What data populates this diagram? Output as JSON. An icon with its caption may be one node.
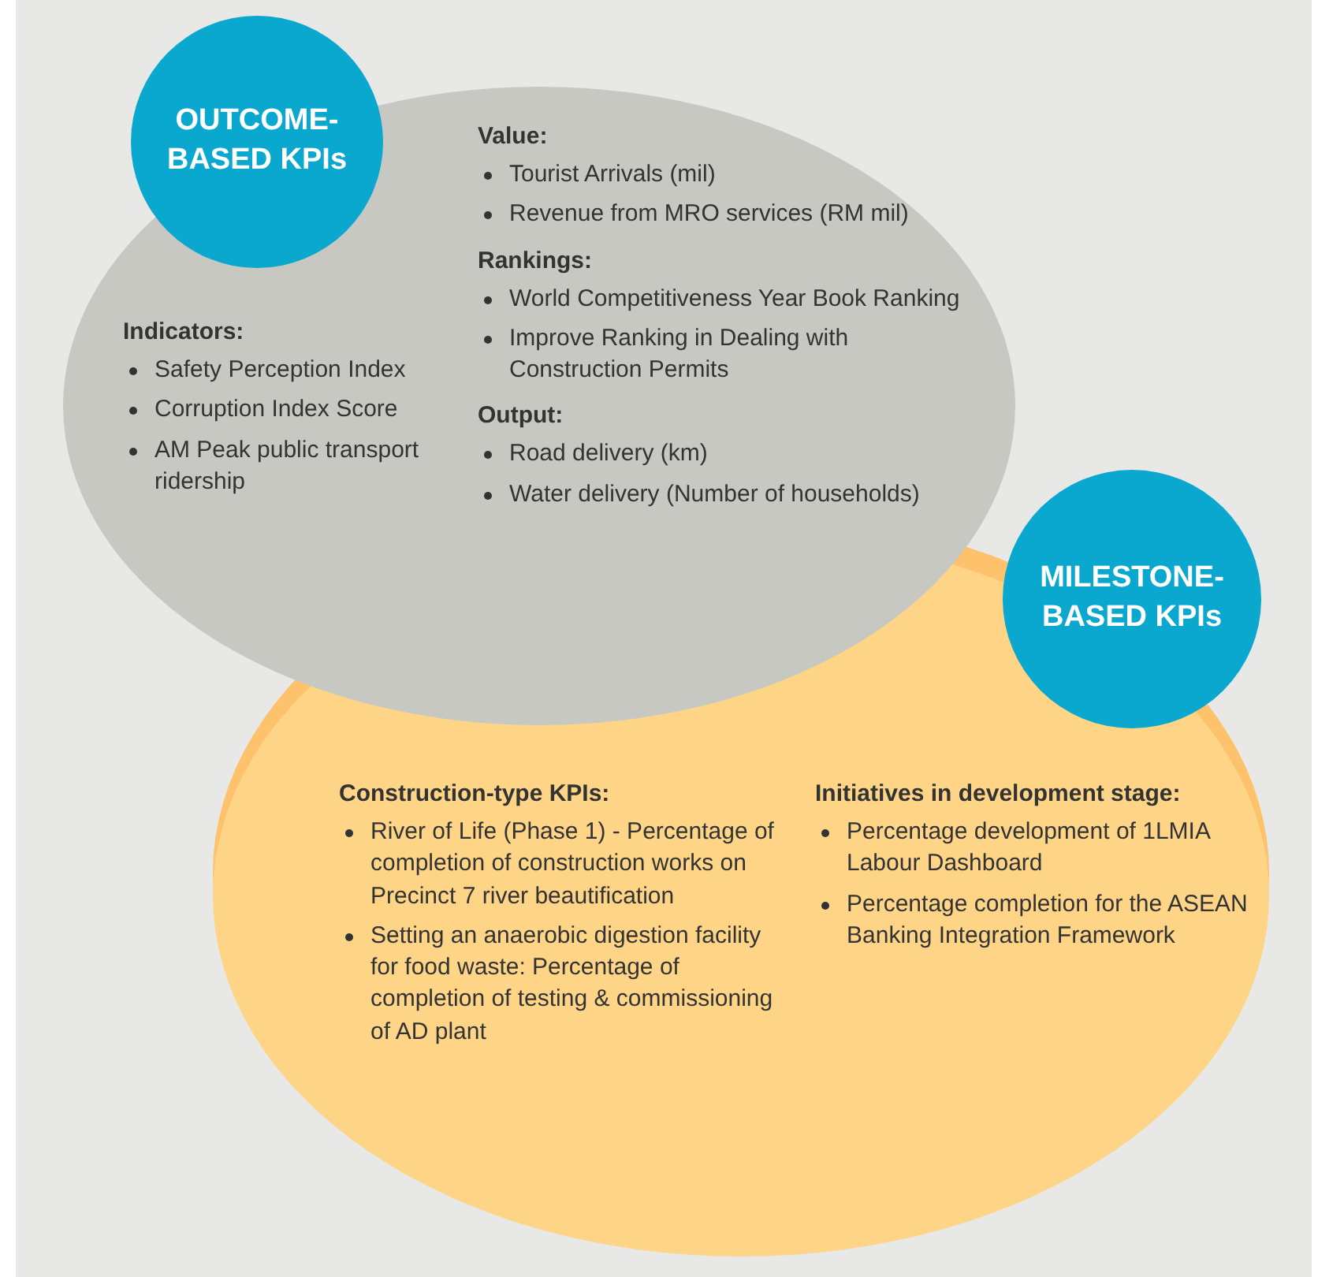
{
  "diagram": {
    "nodes": [
      {
        "text": [
          "OUTCOME-BASED KPIs"
        ]
      },
      {
        "text": [
          "Indicators:",
          "Safety Perception Index",
          "Corruption Index Score",
          "AM Peak public transport ridership",
          "Value:",
          "Tourist Arrivals (mil)",
          "Revenue from MRO services (RM mil)",
          "Rankings:",
          "World Competitiveness Year Book Ranking",
          "Improve Ranking in Dealing with Construction Permits",
          "Output:",
          "Road delivery (km)",
          "Water delivery (Number of households)"
        ]
      },
      {
        "text": [
          "MILESTONE-BASED KPIs"
        ]
      },
      {
        "text": [
          "Construction-type KPIs:",
          "River of Life (Phase 1) - Percentage of completion of construction works on Precinct 7 river beautification",
          "Setting an anaerobic digestion facility for food waste: Percentage of completion of testing & commissioning of AD plant",
          "Initiatives in development stage:",
          "Percentage development of 1LMIA Labour Dashboard",
          "Percentage completion for the ASEAN Banking Integration Framework"
        ]
      }
    ]
  }
}
